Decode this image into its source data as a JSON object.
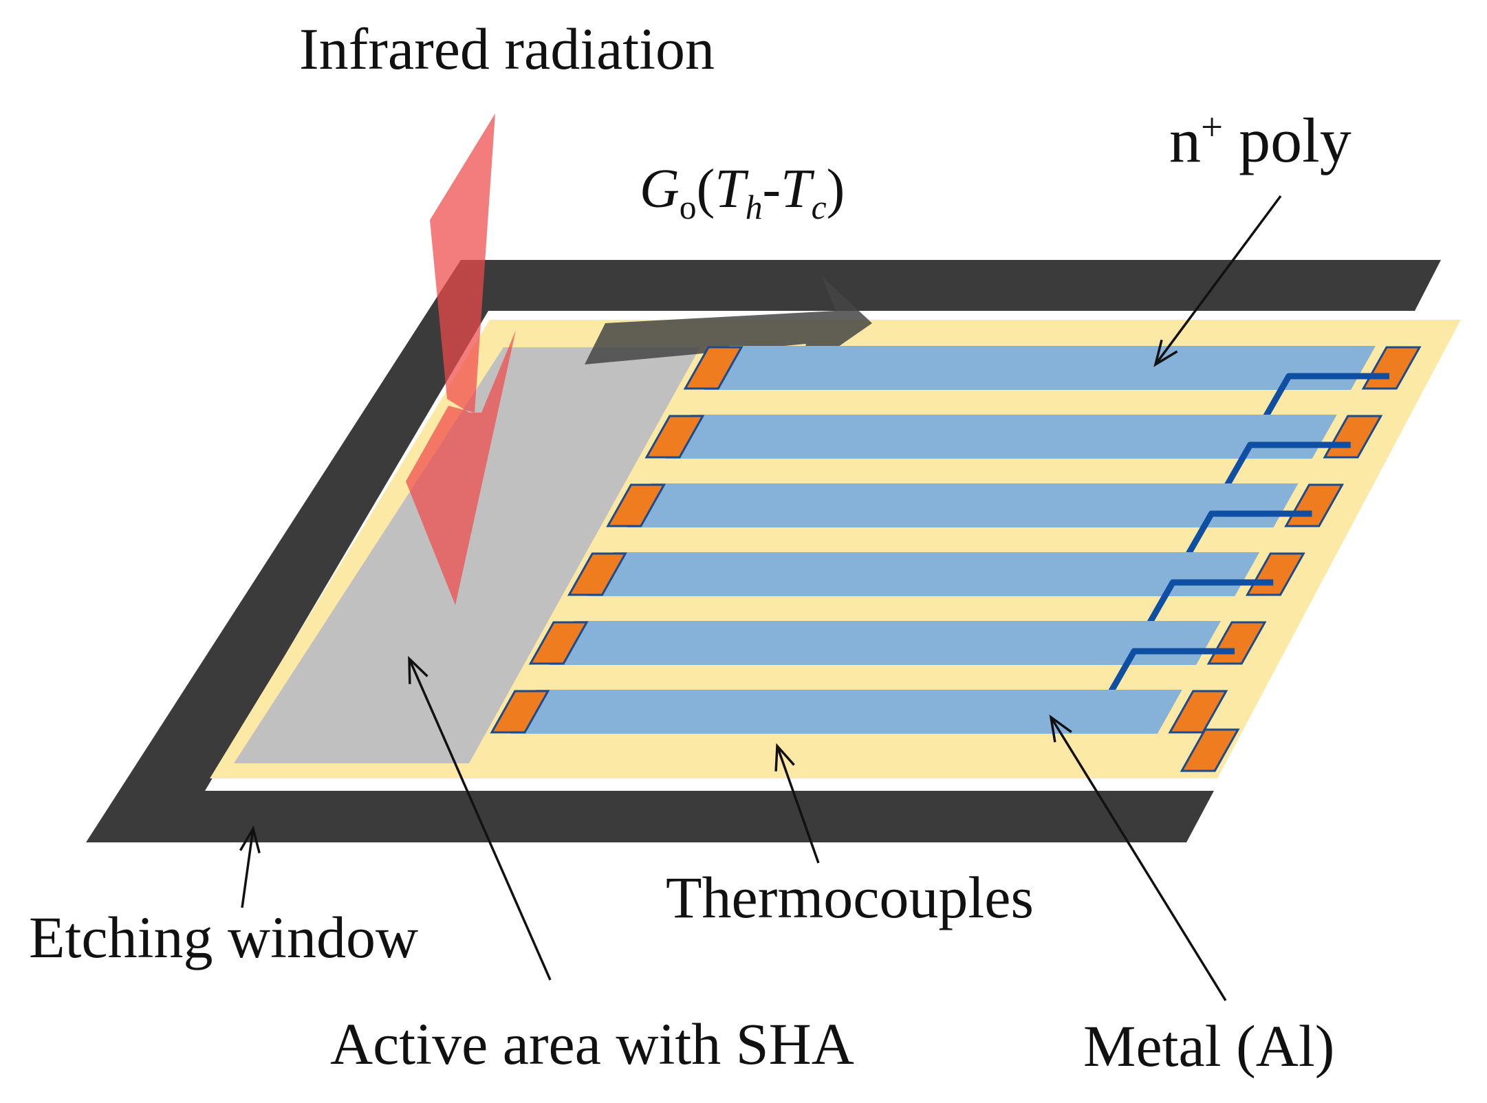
{
  "labels": {
    "infrared": "Infrared radiation",
    "conductance_G": "G",
    "conductance_sub": "o",
    "conductance_paren_open": "(",
    "conductance_Th": "T",
    "conductance_Th_sub": "h",
    "conductance_minus": "-",
    "conductance_Tc": "T",
    "conductance_Tc_sub": "c",
    "conductance_paren_close": ")",
    "npoly_n": "n",
    "npoly_sup": "+",
    "npoly_rest": " poly",
    "etching_window": "Etching window",
    "active_area": "Active area with SHA",
    "thermocouples": "Thermocouples",
    "metal": "Metal (Al)"
  },
  "colors": {
    "frame": "#3b3b3b",
    "membrane": "#fde9a6",
    "active_area": "#c0c0c0",
    "poly_strip": "#86b1d8",
    "metal_line": "#0f4fa3",
    "pad": "#f07c20",
    "pad_outline": "#1c4b8c",
    "ir_arrow": "#ee4b4b",
    "heat_arrow": "#454545"
  },
  "thermocouple_count": 6
}
